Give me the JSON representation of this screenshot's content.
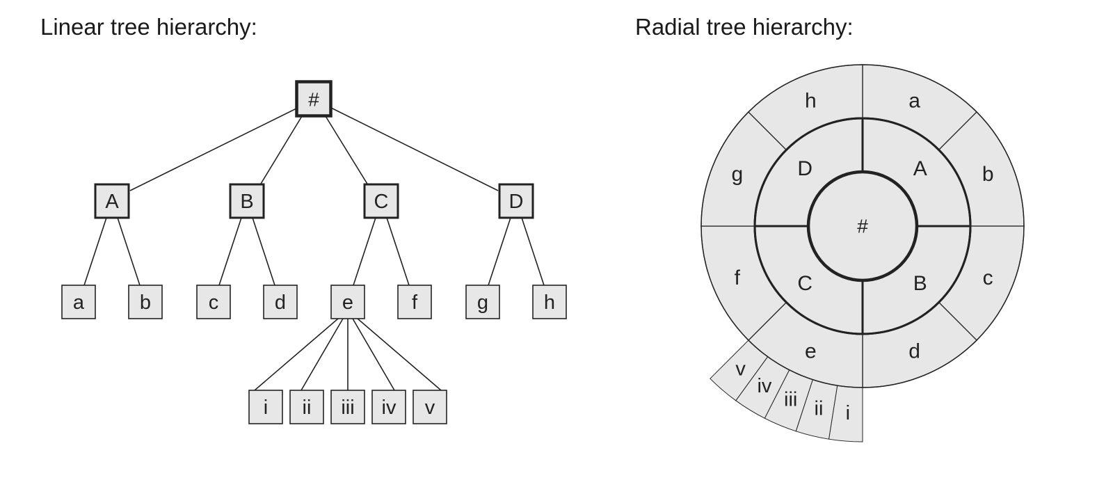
{
  "headings": {
    "linear": "Linear tree hierarchy:",
    "radial": "Radial tree hierarchy:"
  },
  "colors": {
    "fill": "#e7e7e7",
    "stroke": "#222222",
    "background": "#ffffff"
  },
  "linear_tree": {
    "root": {
      "label": "#",
      "children": [
        {
          "label": "A",
          "children": [
            {
              "label": "a"
            },
            {
              "label": "b"
            }
          ]
        },
        {
          "label": "B",
          "children": [
            {
              "label": "c"
            },
            {
              "label": "d"
            }
          ]
        },
        {
          "label": "C",
          "children": [
            {
              "label": "e",
              "children": [
                {
                  "label": "i"
                },
                {
                  "label": "ii"
                },
                {
                  "label": "iii"
                },
                {
                  "label": "iv"
                },
                {
                  "label": "v"
                }
              ]
            },
            {
              "label": "f"
            }
          ]
        },
        {
          "label": "D",
          "children": [
            {
              "label": "g"
            },
            {
              "label": "h"
            }
          ]
        }
      ]
    }
  },
  "radial_tree": {
    "center": "#",
    "inner_ring": [
      "A",
      "B",
      "C",
      "D"
    ],
    "outer_ring": [
      "a",
      "b",
      "c",
      "d",
      "e",
      "f",
      "g",
      "h"
    ],
    "extension_ring": [
      "i",
      "ii",
      "iii",
      "iv",
      "v"
    ]
  }
}
